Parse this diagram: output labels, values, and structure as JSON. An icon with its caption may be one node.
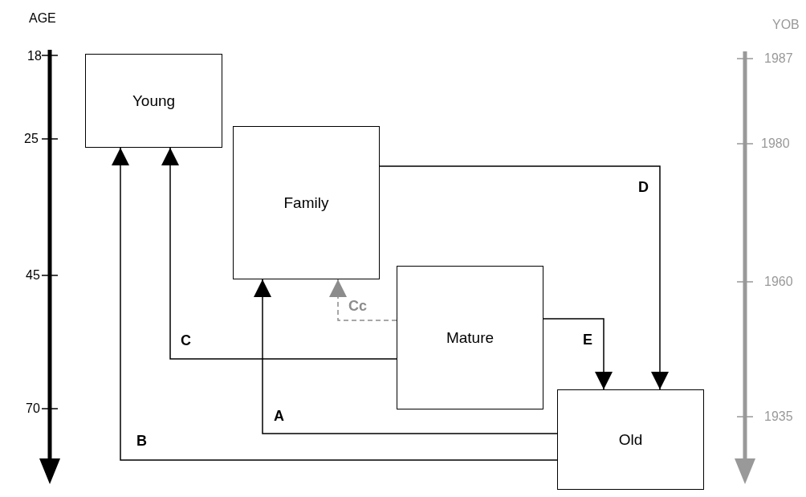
{
  "diagram": {
    "nodes": [
      {
        "text": [
          "Young"
        ]
      },
      {
        "text": [
          "Family"
        ]
      },
      {
        "text": [
          "Mature"
        ]
      },
      {
        "text": [
          "Old"
        ]
      }
    ],
    "edges": [
      {
        "from": 3,
        "to": 1,
        "arrow": "to",
        "label": "A"
      },
      {
        "from": 3,
        "to": 0,
        "arrow": "to",
        "label": "B"
      },
      {
        "from": 2,
        "to": 0,
        "arrow": "to",
        "label": "C"
      },
      {
        "from": 2,
        "to": 1,
        "arrow": "to",
        "label": "Cc",
        "style": "dashed",
        "color": "#8c8c8c"
      },
      {
        "from": 1,
        "to": 3,
        "arrow": "to",
        "label": "D"
      },
      {
        "from": 2,
        "to": 3,
        "arrow": "to",
        "label": "E"
      }
    ],
    "labels": [
      "AGE",
      "18",
      "25",
      "45",
      "70",
      "YOB",
      "1987",
      "1980",
      "1960",
      "1935"
    ]
  }
}
